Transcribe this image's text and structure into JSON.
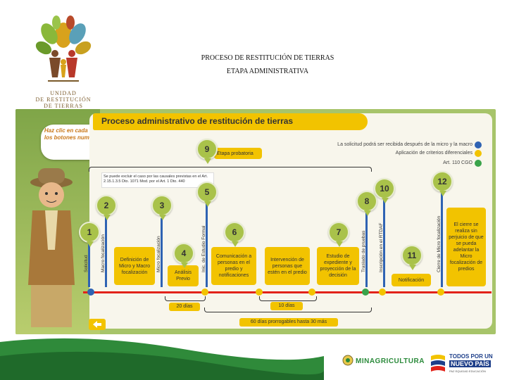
{
  "logo": {
    "line1": "UNIDAD",
    "line2": "DE RESTITUCIÓN",
    "line3": "DE TIERRAS"
  },
  "slide": {
    "title": "PROCESO DE RESTITUCIÓN DE TIERRAS",
    "subtitle": "ETAPA ADMINISTRATIVA"
  },
  "panel": {
    "header": "Proceso administrativo de restitución de tierras",
    "bubble": "Haz clic en cada uno de los botones numerados",
    "legend": [
      {
        "text": "La solicitud podrá ser recibida después de la micro y la macro",
        "color": "#2f63b3"
      },
      {
        "text": "Aplicación de criterios diferenciales",
        "color": "#f2c300"
      },
      {
        "text": "Art. 110 CGO",
        "color": "#3aa34a"
      }
    ],
    "exclusion_note": "Se puede excluir el caso por las causales previstas en el Art. 2.15.1.3.5 Dto. 1071 Mod. por el Art. 1 Dto. 440",
    "markers": [
      "1",
      "2",
      "3",
      "4",
      "5",
      "6",
      "7",
      "8",
      "9",
      "10",
      "11",
      "12"
    ],
    "vertical_labels": [
      "Solicitud",
      "Macro focalización",
      "Micro focalización",
      "Inic. de Estudio Formal",
      "Traslado de pruebas",
      "Inscripción en el RTDAF",
      "Cierre de Micro focalización"
    ],
    "boxes": {
      "definicion": "Definición de Micro y Macro focalización",
      "analisis": "Análisis Previo",
      "comunicacion": "Comunicación a personas en el predio y notificaciones",
      "intervencion": "Intervención de personas que estén en el predio",
      "estudio": "Estudio de expediente y proyección de la decisión",
      "notificacion": "Notificación",
      "cierre": "El cierre se realiza sin perjuicio de que se pueda adelantar la Micro focalización de predios",
      "etapa": "Etapa probatoria"
    },
    "durations": {
      "d20": "20 días",
      "d10": "10 días",
      "d60": "60 días prorrogables hasta 30 más"
    }
  },
  "footer": {
    "minagricultura": "MINAGRICULTURA",
    "todos": "TODOS POR UN",
    "nuevo": "NUEVO PAÍS",
    "sub": "PAZ EQUIDAD EDUCACIÓN"
  },
  "colors": {
    "yellow": "#f2c300",
    "green": "#a9c24a",
    "red": "#e2231a",
    "blue": "#2f63b3"
  }
}
